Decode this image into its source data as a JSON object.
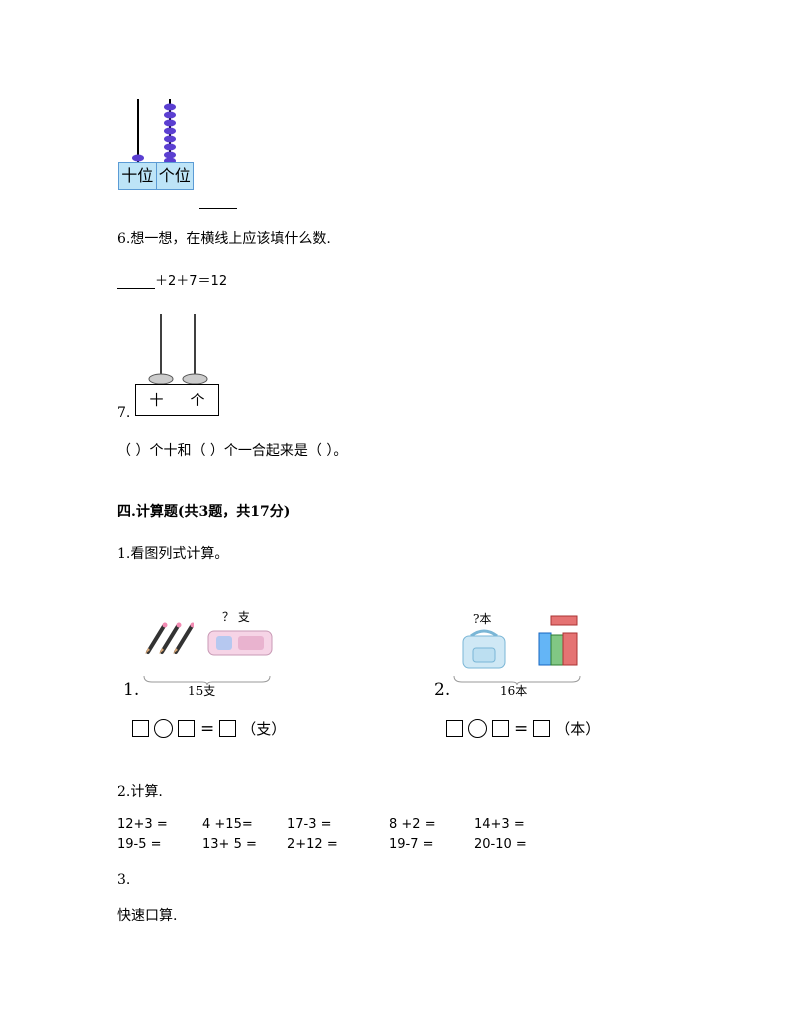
{
  "abacus1": {
    "tens_label": "十位",
    "ones_label": "个位"
  },
  "q6": {
    "text": "6.想一想，在横线上应该填什么数.",
    "equation": "＋2＋7＝12"
  },
  "q7": {
    "number": "7.",
    "tens_label": "十",
    "ones_label": "个",
    "sentence": "（  ）个十和（  ）个一合起来是（  ）。"
  },
  "section4": {
    "title": "四.计算题(共3题，共17分)"
  },
  "p1": {
    "text": "1.看图列式计算。",
    "item1": {
      "number": "1.",
      "question": "？ 支",
      "total": "15支",
      "unit": "（支）"
    },
    "item2": {
      "number": "2.",
      "question": "?本",
      "total": "16本",
      "unit": "（本）"
    }
  },
  "p2": {
    "text": "2.计算.",
    "row1": [
      "12+3 =",
      "4 +15=",
      "17-3 =",
      "8 +2 =",
      "14+3 ="
    ],
    "row2": [
      "19-5 =",
      "13+ 5 =",
      "2+12 =",
      "19-7 =",
      "20-10 ="
    ]
  },
  "p3": {
    "number": "3.",
    "text": "快速口算."
  }
}
